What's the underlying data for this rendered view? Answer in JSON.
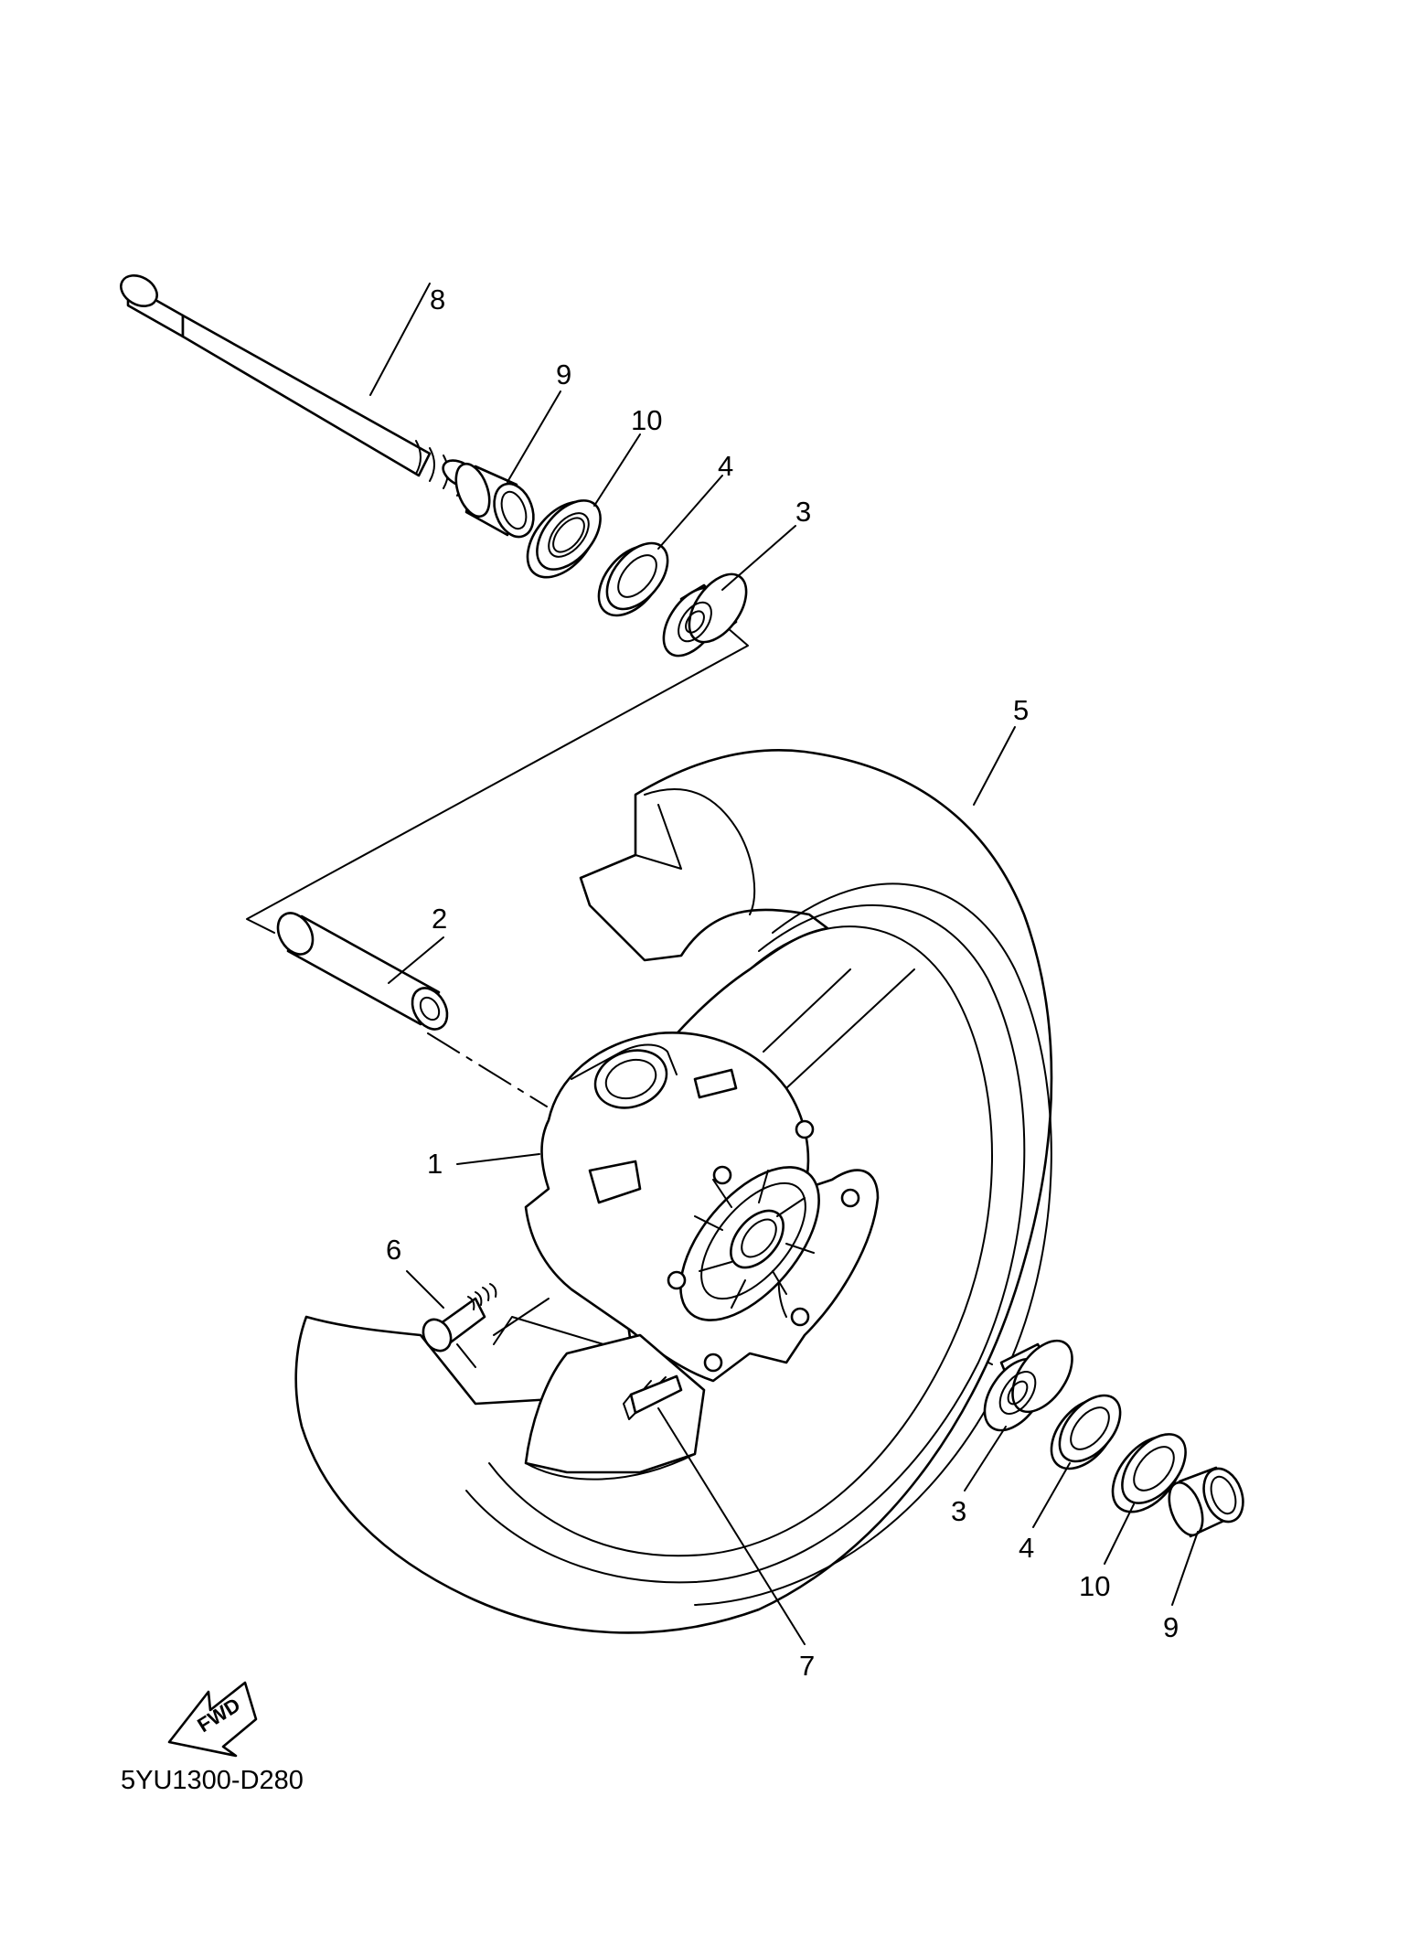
{
  "diagram": {
    "code": "5YU1300-D280",
    "fwd_label": "FWD",
    "callouts": {
      "axle": "8",
      "collar_top": "9",
      "seal_top": "10",
      "spacer_top": "4",
      "bearing_top": "3",
      "tire": "5",
      "distance_collar": "2",
      "hub": "1",
      "valve": "6",
      "balance_weight": "7",
      "bearing_bottom": "3",
      "spacer_bottom": "4",
      "seal_bottom": "10",
      "collar_bottom": "9"
    }
  }
}
